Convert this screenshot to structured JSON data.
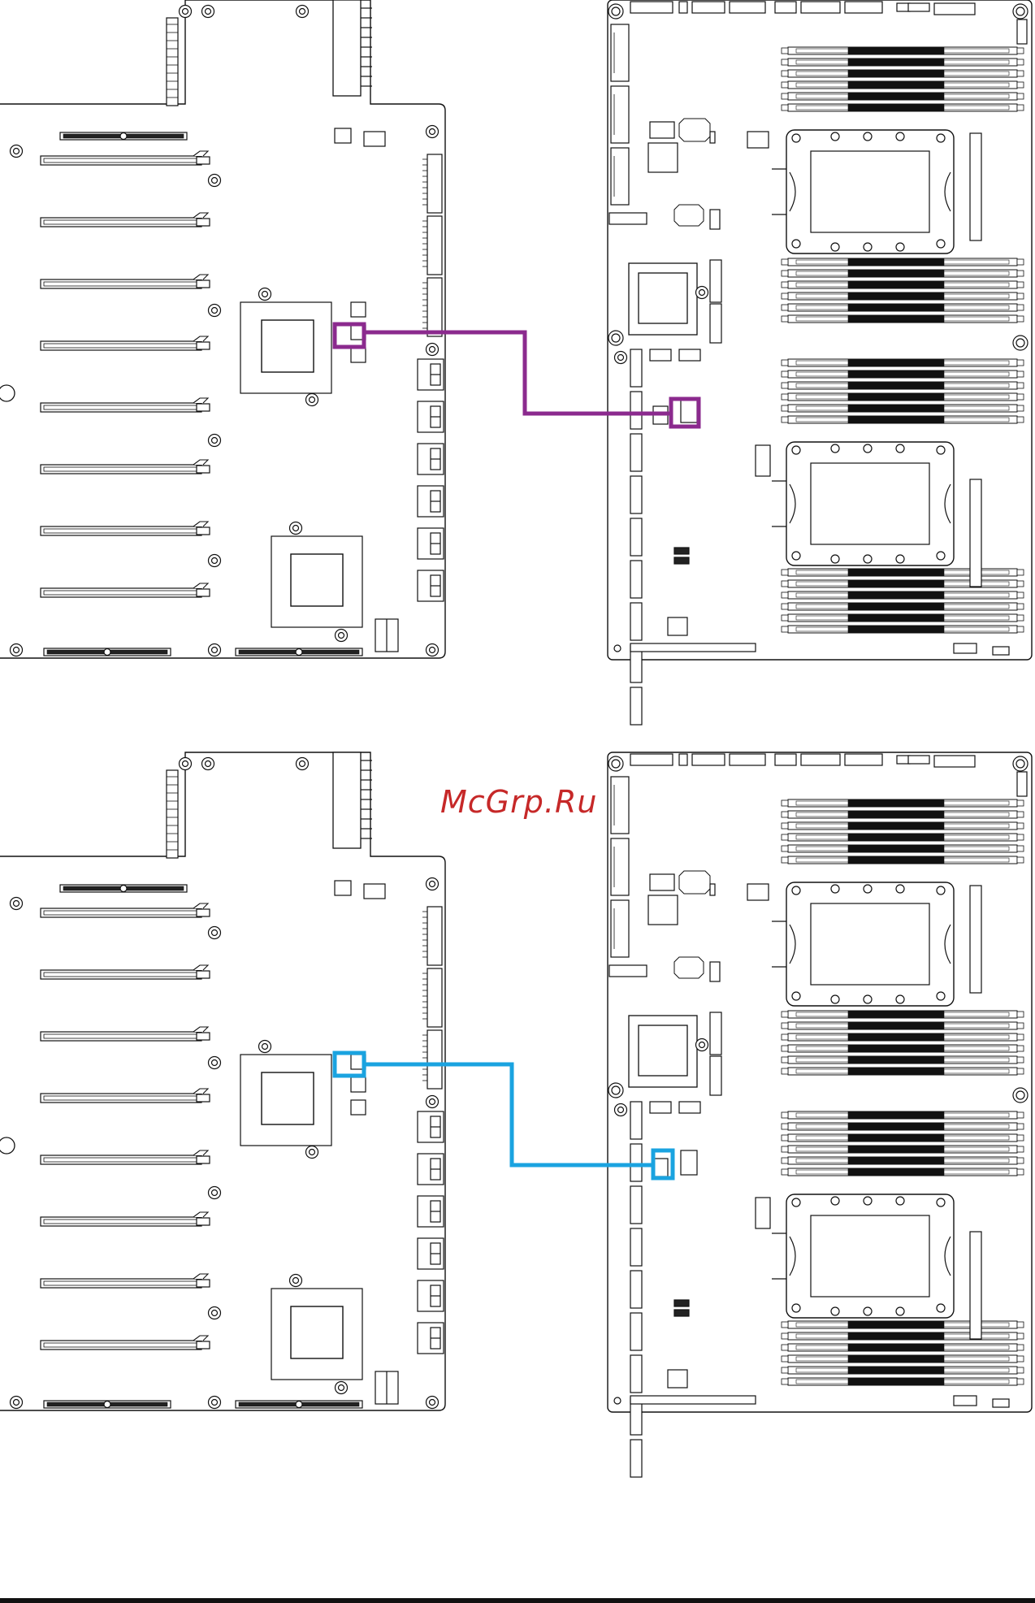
{
  "watermark": "McGrp.Ru",
  "colors": {
    "line": "#111111",
    "connection_top": "#8b2a8e",
    "connection_bottom": "#1aa3e0",
    "watermark": "#c62828"
  },
  "diagrams": [
    {
      "name": "top",
      "connection_color_key": "connection_top"
    },
    {
      "name": "bottom",
      "connection_color_key": "connection_bottom"
    }
  ]
}
